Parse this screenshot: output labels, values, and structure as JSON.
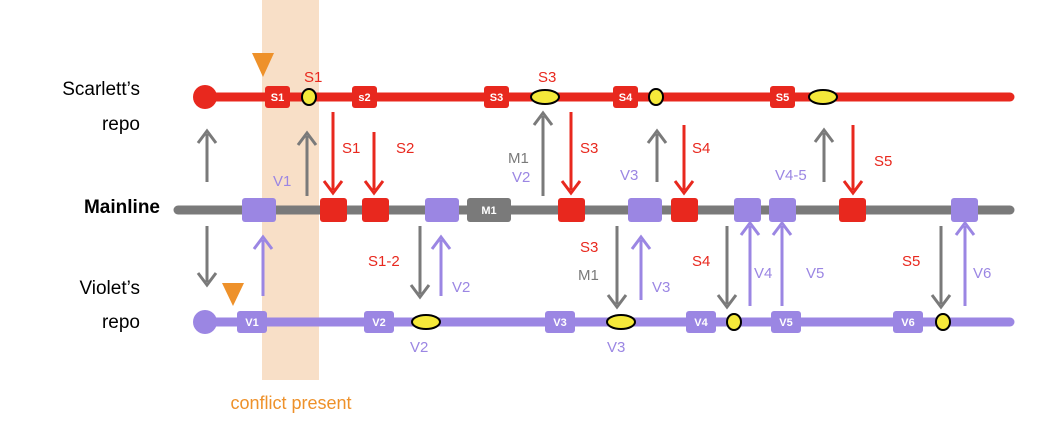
{
  "lanes": {
    "scarlett_line1": "Scarlett’s",
    "scarlett_line2": "repo",
    "mainline": "Mainline",
    "violet_line1": "Violet’s",
    "violet_line2": "repo"
  },
  "conflict_label": "conflict present",
  "scarlett_commits": [
    "S1",
    "s2",
    "S3",
    "S4",
    "S5"
  ],
  "mainline_commits": [
    "M1"
  ],
  "violet_commits": [
    "V1",
    "V2",
    "V3",
    "V4",
    "V5",
    "V6"
  ],
  "arrow_labels": {
    "s1_top": "S1",
    "s3_top": "S3",
    "s1_down": "S1",
    "s2_down": "S2",
    "s3_down": "S3",
    "s4_down": "S4",
    "s5_down": "S5",
    "v1_up": "V1",
    "m1_up": "M1",
    "v2_up": "V2",
    "v3_up": "V3",
    "v45_up": "V4-5",
    "s12_down": "S1-2",
    "v2_upv": "V2",
    "s3_downv": "S3",
    "m1_downv": "M1",
    "v3_upv": "V3",
    "s4_downv": "S4",
    "v4_upv": "V4",
    "v5_upv": "V5",
    "s5_downv": "S5",
    "v6_upv": "V6",
    "v2_bottom": "V2",
    "v3_bottom": "V3"
  },
  "colors": {
    "scarlett": "#e8281e",
    "mainline": "#7a7a7a",
    "violet": "#9b86e3",
    "conflict": "#ee912a",
    "conflict_band": "#f7d9bd",
    "marker": "#f5e93a"
  }
}
